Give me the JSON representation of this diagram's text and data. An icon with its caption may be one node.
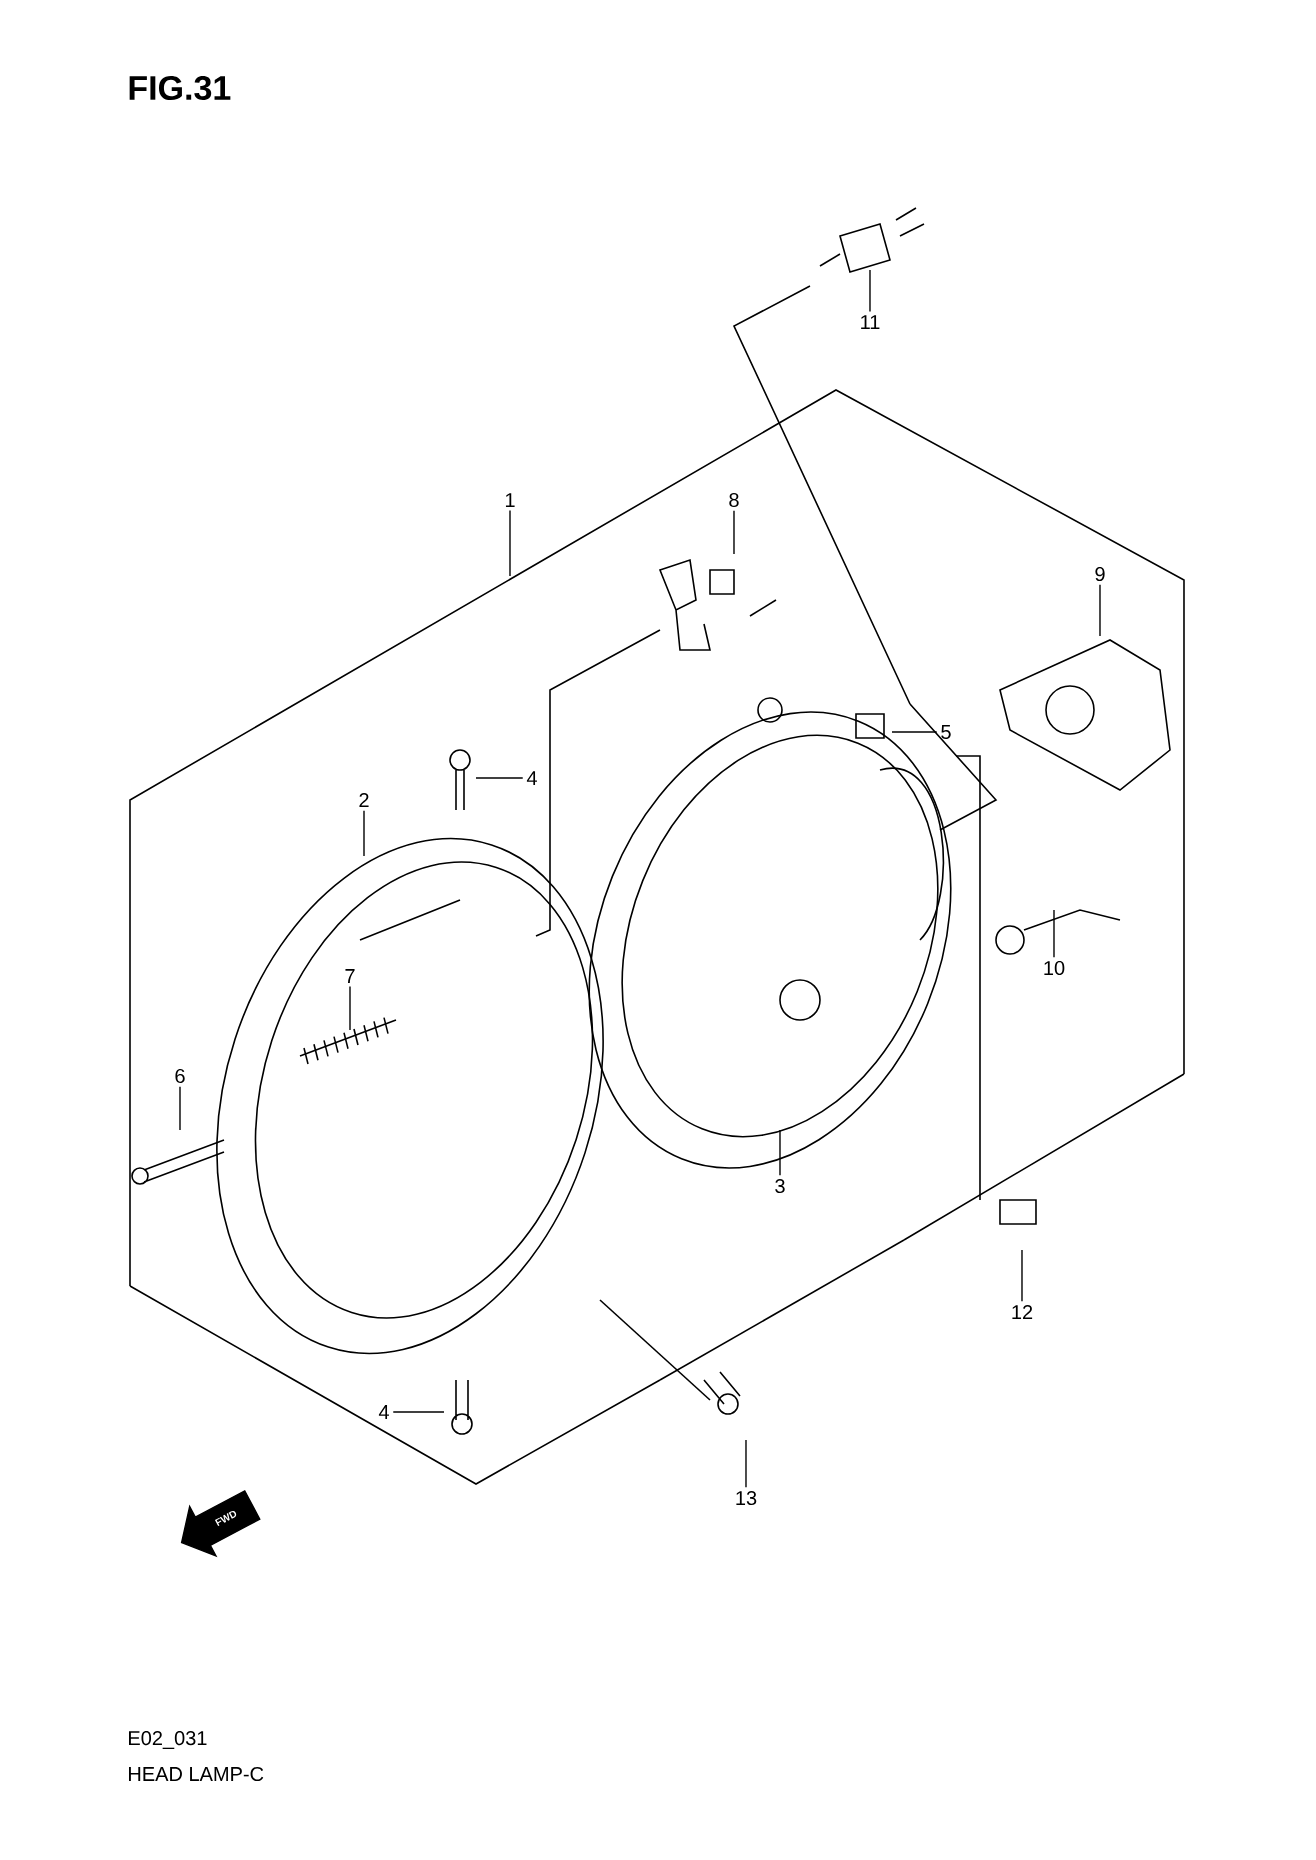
{
  "diagram": {
    "title": "FIG.31",
    "nodes": [
      {
        "text": [
          "1"
        ]
      },
      {
        "text": [
          "2"
        ]
      },
      {
        "text": [
          "3"
        ]
      },
      {
        "text": [
          "4"
        ]
      },
      {
        "text": [
          "4"
        ]
      },
      {
        "text": [
          "5"
        ]
      },
      {
        "text": [
          "6"
        ]
      },
      {
        "text": [
          "7"
        ]
      },
      {
        "text": [
          "8"
        ]
      },
      {
        "text": [
          "9"
        ]
      },
      {
        "text": [
          "10"
        ]
      },
      {
        "text": [
          "11"
        ]
      },
      {
        "text": [
          "12"
        ]
      },
      {
        "text": [
          "13"
        ]
      }
    ],
    "edges": [
      {
        "from": 0,
        "to": null,
        "arrow": "none"
      },
      {
        "from": 1,
        "to": null,
        "arrow": "none"
      },
      {
        "from": 2,
        "to": null,
        "arrow": "none"
      },
      {
        "from": 3,
        "to": null,
        "arrow": "none"
      },
      {
        "from": 4,
        "to": null,
        "arrow": "none"
      },
      {
        "from": 5,
        "to": null,
        "arrow": "none"
      },
      {
        "from": 6,
        "to": null,
        "arrow": "none"
      },
      {
        "from": 7,
        "to": null,
        "arrow": "none"
      },
      {
        "from": 8,
        "to": null,
        "arrow": "none"
      },
      {
        "from": 9,
        "to": null,
        "arrow": "none"
      },
      {
        "from": 10,
        "to": null,
        "arrow": "none"
      },
      {
        "from": 11,
        "to": null,
        "arrow": "none"
      },
      {
        "from": 12,
        "to": null,
        "arrow": "none"
      },
      {
        "from": 13,
        "to": null,
        "arrow": "none"
      }
    ],
    "labels": [
      "FWD",
      "E02_031",
      "HEAD LAMP-C"
    ]
  }
}
